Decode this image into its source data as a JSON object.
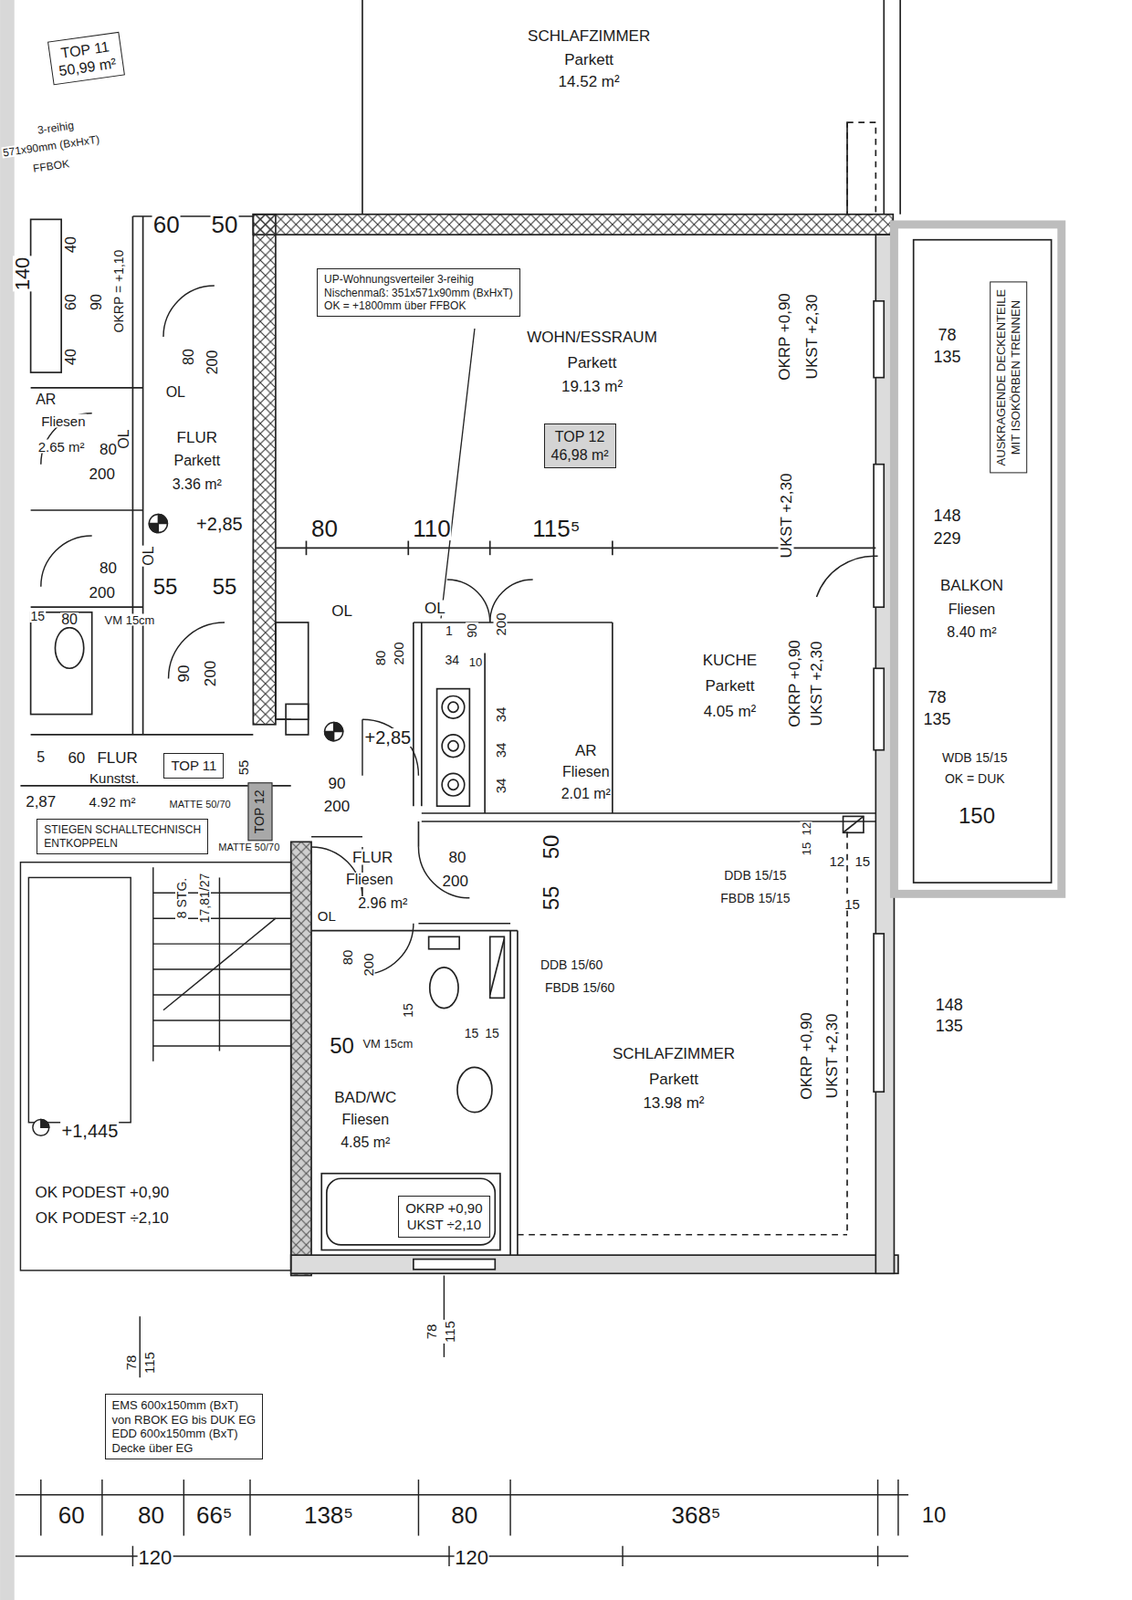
{
  "diagram": {
    "nodes": [
      {
        "text": [
          "TOP 11",
          "50,99 m²"
        ]
      },
      {
        "text": [
          "UP-Wohnungsverteiler 3-reihig",
          "Nischenmaß: 351x571x90mm (BxHxT)",
          "OK = +1800mm über FFBOK"
        ]
      },
      {
        "text": [
          "TOP 12",
          "46,98 m²"
        ]
      },
      {
        "text": [
          "AUSKRAGENDE DECKENTEILE",
          "MIT ISOKÖRBEN TRENNEN"
        ]
      },
      {
        "text": [
          "TOP 11"
        ]
      },
      {
        "text": [
          "TOP 12"
        ]
      },
      {
        "text": [
          "STIEGEN SCHALLTECHNISCH",
          "ENTKOPPELN"
        ]
      },
      {
        "text": [
          "OKRP +0,90",
          "UKST ÷2,10"
        ]
      },
      {
        "text": [
          "EMS 600x150mm (BxT)",
          "von RBOK EG bis DUK EG",
          "EDD 600x150mm (BxT)",
          "Decke über EG"
        ]
      }
    ],
    "labels": [
      "SCHLAFZIMMER",
      "Parkett",
      "14.52 m²",
      "3-reihig",
      "571x90mm (BxHxT)",
      "FFBOK",
      "60",
      "50",
      "140",
      "40",
      "60",
      "40",
      "90",
      "OKRP = +1,10",
      "80",
      "200",
      "OL",
      "OL",
      "AR",
      "Fliesen",
      "2.65 m²",
      "80",
      "200",
      "FLUR",
      "Parkett",
      "3.36 m²",
      "+2,85",
      "OL",
      "80",
      "200",
      "55",
      "55",
      "15",
      "80",
      "VM 15cm",
      "90",
      "200",
      "5",
      "60",
      "FLUR",
      "Kunstst.",
      "4.92 m²",
      "MATTE 50/70",
      "2,87",
      "55",
      "MATTE 50/70",
      "8 STG.",
      "17,81/27",
      "+1,445",
      "OK PODEST +0,90",
      "OK PODEST ÷2,10",
      "WOHN/ESSRAUM",
      "Parkett",
      "19.13 m²",
      "80",
      "110",
      "115⁵",
      "OKRP +0,90",
      "UKST +2,30",
      "UKST +2,30",
      "78",
      "135",
      "148",
      "229",
      "BALKON",
      "Fliesen",
      "8.40 m²",
      "OL",
      "OL",
      "80",
      "200",
      "1",
      "90",
      "10",
      "200",
      "34",
      "34",
      "34",
      "34",
      "AR",
      "Fliesen",
      "2.01 m²",
      "KUCHE",
      "Parkett",
      "4.05 m²",
      "OKRP +0,90",
      "UKST +2,30",
      "78",
      "135",
      "WDB 15/15",
      "OK = DUK",
      "150",
      "+2,85",
      "90",
      "200",
      "FLUR",
      "Fliesen",
      "2.96 m²",
      "OL",
      "80",
      "200",
      "50",
      "55",
      "12",
      "15",
      "DDB 15/15",
      "FBDB 15/15",
      "12",
      "15",
      "15",
      "80",
      "200",
      "15",
      "VM 15cm",
      "15",
      "15",
      "50",
      "DDB 15/60",
      "FBDB 15/60",
      "148",
      "135",
      "SCHLAFZIMMER",
      "Parkett",
      "13.98 m²",
      "OKRP +0,90",
      "UKST +2,30",
      "BAD/WC",
      "Fliesen",
      "4.85 m²",
      "78",
      "115",
      "78",
      "115",
      "60",
      "80",
      "66⁵",
      "138⁵",
      "80",
      "368⁵",
      "10",
      "120",
      "120"
    ]
  }
}
